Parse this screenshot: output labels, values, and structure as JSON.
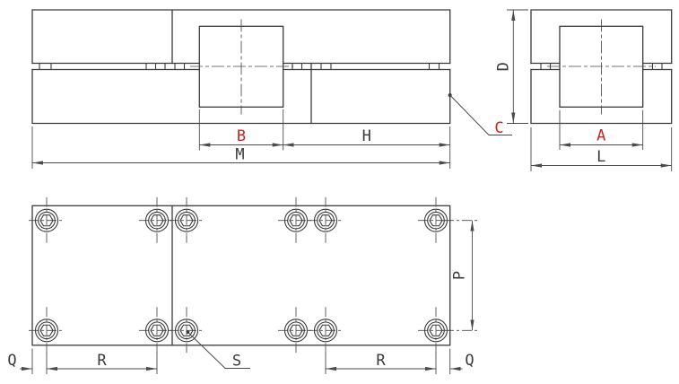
{
  "colors": {
    "background": "#ffffff",
    "line": "#3a3a3a",
    "dimension_line": "#4a4a4a",
    "label": "#3a3a3a",
    "accent": "#cc2222"
  },
  "drawing": {
    "kind": "engineering-drawing-three-views",
    "views": [
      {
        "id": "front-view",
        "dimension_labels": [
          "B",
          "H",
          "M"
        ],
        "callouts": [
          "C"
        ]
      },
      {
        "id": "side-view",
        "dimension_labels": [
          "D",
          "A",
          "L"
        ]
      },
      {
        "id": "top-view",
        "dimension_labels": [
          "Q",
          "R",
          "P",
          "R",
          "Q"
        ],
        "callouts": [
          "S"
        ],
        "screw_count": 12
      }
    ]
  },
  "labels": {
    "A": "A",
    "B": "B",
    "C": "C",
    "D": "D",
    "H": "H",
    "L": "L",
    "M": "M",
    "P": "P",
    "Q_left": "Q",
    "R_left": "R",
    "S": "S",
    "R_right": "R",
    "Q_right": "Q"
  }
}
